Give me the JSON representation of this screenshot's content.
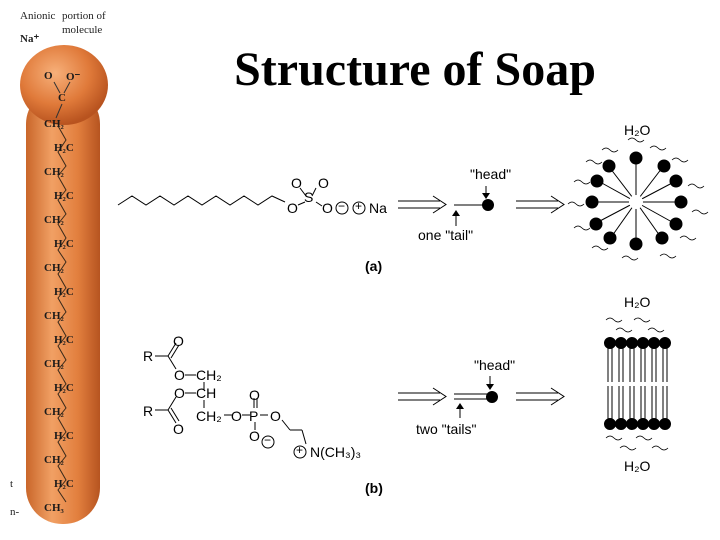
{
  "title": "Structure of Soap",
  "molecule_model": {
    "label_line1": "Anionic",
    "label_line1b": "portion of",
    "label_line2": "molecule",
    "counter_ion": "Na⁺",
    "head_atoms": [
      "O",
      "O⁻",
      "C"
    ],
    "chain": [
      "CH₂",
      "H₂C",
      "CH₂",
      "H₂C",
      "CH₂",
      "H₂C",
      "CH₂",
      "H₂C",
      "CH₂",
      "H₂C",
      "CH₂",
      "H₂C",
      "CH₂",
      "H₂C",
      "CH₂",
      "H₂C",
      "CH₃"
    ],
    "edge_letters": [
      "t",
      "n-"
    ]
  },
  "panel_a": {
    "label": "(a)",
    "water": "H₂O",
    "head_label": "\"head\"",
    "tail_label": "one \"tail\"",
    "sulfate": {
      "o1": "O",
      "o2": "O",
      "s": "S",
      "o3": "O",
      "o4": "O",
      "minus": "−",
      "plus": "+",
      "na": "Na"
    }
  },
  "panel_b": {
    "label": "(b)",
    "water_top": "H₂O",
    "water_bottom": "H₂O",
    "head_label": "\"head\"",
    "tail_label": "two \"tails\"",
    "lipid": {
      "r1": "R",
      "r2": "R",
      "o_top": "O",
      "o_bottom": "O",
      "o_ch2": "O",
      "ch2": "CH₂",
      "o_ch": "O",
      "ch": "CH",
      "ch2b": "CH₂",
      "o_p": "O",
      "p": "P",
      "o_p_up": "O",
      "o_p_right": "O",
      "o_p_down": "O",
      "minus": "−",
      "plus": "+",
      "amine": "N(CH₃)₃"
    }
  }
}
